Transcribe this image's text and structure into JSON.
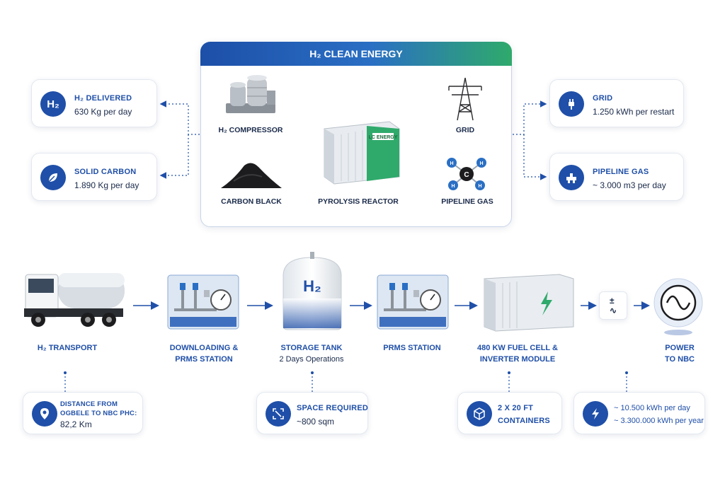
{
  "header": {
    "title": "H₂ CLEAN ENERGY"
  },
  "left_cards": [
    {
      "icon": "h2-icon",
      "icon_text": "H₂",
      "title": "H₂ DELIVERED",
      "value": "630 Kg per day"
    },
    {
      "icon": "leaf-icon",
      "title": "SOLID CARBON",
      "value": "1.890 Kg per day"
    }
  ],
  "right_cards": [
    {
      "icon": "plug-icon",
      "title": "GRID",
      "value": "1.250 kWh per restart"
    },
    {
      "icon": "pipeline-icon",
      "title": "PIPELINE GAS",
      "value": "~ 3.000 m3 per day"
    }
  ],
  "reactor_labels": {
    "compressor": "H₂ COMPRESSOR",
    "carbon_black": "CARBON BLACK",
    "reactor": "PYROLYSIS REACTOR",
    "grid": "GRID",
    "pipeline_gas": "PIPELINE GAS"
  },
  "flow": [
    {
      "label": "H₂ TRANSPORT",
      "sub": ""
    },
    {
      "label": "DOWNLOADING &\nPRMS STATION",
      "sub": ""
    },
    {
      "label": "STORAGE TANK",
      "sub": "2 Days Operations"
    },
    {
      "label": "PRMS STATION",
      "sub": ""
    },
    {
      "label": "480 kW FUEL CELL &\nINVERTER MODULE",
      "sub": ""
    },
    {
      "label": "POWER\nTO NBC",
      "sub": ""
    }
  ],
  "tank_text": "H₂",
  "reactor_badge": "LC ENERGY",
  "molecule_center": "C",
  "molecule_atom": "H",
  "bottom_cards": [
    {
      "icon": "location-pin-icon",
      "title_lines": [
        "DISTANCE FROM",
        "OGBELE TO NBC PHC:"
      ],
      "value": "82,2 Km"
    },
    {
      "icon": "expand-icon",
      "title_lines": [
        "SPACE REQUIRED"
      ],
      "value": "~800 sqm"
    },
    {
      "icon": "box-icon",
      "title_lines": [
        "2 x 20 ft",
        "CONTAINERS"
      ],
      "value": ""
    },
    {
      "icon": "lightning-icon",
      "title_lines": [
        "~ 10.500 kWh per day",
        "~ 3.300.000 kWh per year"
      ],
      "value": ""
    }
  ],
  "colors": {
    "primary": "#1f4fa8",
    "accent_green": "#2faa6b",
    "text_dark": "#1a2a4a"
  }
}
